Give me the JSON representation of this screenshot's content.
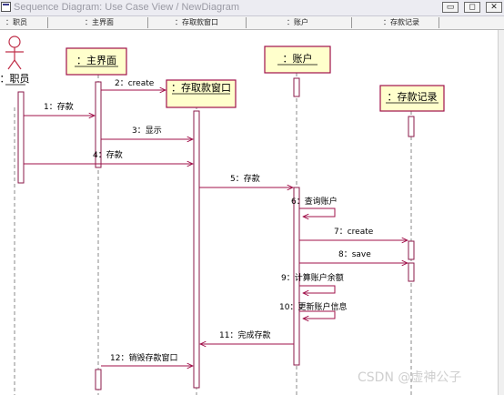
{
  "window": {
    "title": "Sequence Diagram: Use Case View / NewDiagram",
    "minimize_glyph": "▭",
    "maximize_glyph": "◻",
    "close_glyph": "✕"
  },
  "header_columns": [
    "：职员",
    "：主界面",
    "：存取款窗口",
    "：账户",
    "：存款记录"
  ],
  "actor": {
    "name": "：职员"
  },
  "objects": [
    {
      "id": "main_ui",
      "label": "：主界面"
    },
    {
      "id": "window",
      "label": "：存取款窗口"
    },
    {
      "id": "account",
      "label": "：账户"
    },
    {
      "id": "record",
      "label": "：存款记录"
    }
  ],
  "messages": [
    {
      "label": "1：存款",
      "from": "clerk",
      "to": "main_ui"
    },
    {
      "label": "2：create",
      "from": "main_ui",
      "to": "window"
    },
    {
      "label": "3：显示",
      "from": "main_ui",
      "to": "window"
    },
    {
      "label": "4：存款",
      "from": "clerk",
      "to": "window"
    },
    {
      "label": "5：存款",
      "from": "window",
      "to": "account"
    },
    {
      "label": "6：查询账户",
      "from": "account",
      "to": "account"
    },
    {
      "label": "7：create",
      "from": "account",
      "to": "record"
    },
    {
      "label": "8：save",
      "from": "account",
      "to": "record"
    },
    {
      "label": "9：计算账户余额",
      "from": "account",
      "to": "account"
    },
    {
      "label": "10：更新账户信息",
      "from": "account",
      "to": "account"
    },
    {
      "label": "11：完成存款",
      "from": "account",
      "to": "window"
    },
    {
      "label": "12：销毁存款窗口",
      "from": "main_ui",
      "to": "window"
    }
  ],
  "watermark": "CSDN @虚神公子",
  "colors": {
    "lifeline": "#8a8a8a",
    "activation_border": "#8b1a4a",
    "object_fill": "#ffffcc",
    "object_border": "#a1104a",
    "message": "#a1104a"
  }
}
